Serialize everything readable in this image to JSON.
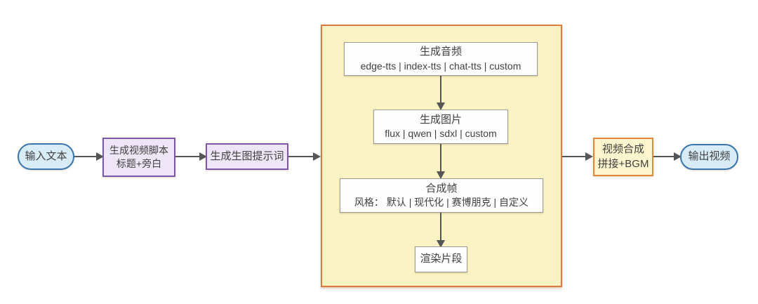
{
  "diagram": {
    "title": "text-to-video generation pipeline flowchart",
    "nodes": {
      "input": {
        "label": "输入文本"
      },
      "script": {
        "line1": "生成视频脚本",
        "line2": "标题+旁白"
      },
      "prompt": {
        "label": "生成生图提示词"
      },
      "audio": {
        "title": "生成音频",
        "subtitle": "edge-tts | index-tts | chat-tts | custom"
      },
      "image": {
        "title": "生成图片",
        "subtitle": "flux | qwen | sdxl | custom"
      },
      "frame": {
        "title": "合成帧",
        "subtitle": "风格： 默认 | 现代化 | 赛博朋克 | 自定义"
      },
      "render": {
        "label": "渲染片段"
      },
      "compose": {
        "line1": "视频合成",
        "line2": "拼接+BGM"
      },
      "output": {
        "label": "输出视频"
      }
    },
    "colors": {
      "terminal_fill": "#d8ecf7",
      "terminal_border": "#3a76ad",
      "purple_fill": "#eee6f6",
      "purple_border": "#7b57a8",
      "container_fill": "#fbf3c4",
      "container_border": "#e07a3c",
      "step_fill": "#fefefe",
      "step_border": "#9a9a9a",
      "orange_fill": "#fdf5cd",
      "orange_border": "#e2883c",
      "arrow": "#555555",
      "text": "#404040"
    }
  }
}
